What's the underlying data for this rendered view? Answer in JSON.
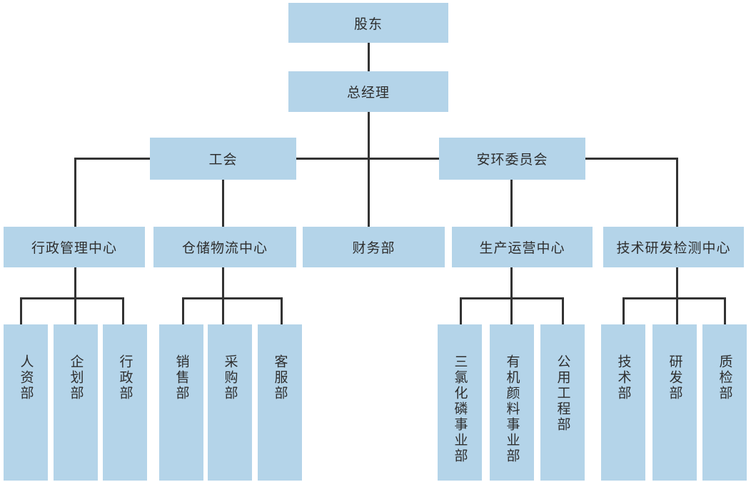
{
  "colors": {
    "node_fill": "#b4d4e9",
    "line": "#333333",
    "text": "#2e2e2e",
    "background": "#ffffff"
  },
  "org": {
    "level1": {
      "label": "股东"
    },
    "level2": {
      "label": "总经理"
    },
    "level3": [
      {
        "label": "工会"
      },
      {
        "label": "安环委员会"
      }
    ],
    "level4": [
      {
        "label": "行政管理中心"
      },
      {
        "label": "仓储物流中心"
      },
      {
        "label": "财务部"
      },
      {
        "label": "生产运营中心"
      },
      {
        "label": "技术研发检测中心"
      }
    ],
    "level5": [
      {
        "children": [
          {
            "label": "人资部"
          },
          {
            "label": "企划部"
          },
          {
            "label": "行政部"
          }
        ]
      },
      {
        "children": [
          {
            "label": "销售部"
          },
          {
            "label": "采购部"
          },
          {
            "label": "客服部"
          }
        ]
      },
      {
        "children": [
          {
            "label": "三氯化磷事业部"
          },
          {
            "label": "有机颜料事业部"
          },
          {
            "label": "公用工程部"
          }
        ]
      },
      {
        "children": [
          {
            "label": "技术部"
          },
          {
            "label": "研发部"
          },
          {
            "label": "质检部"
          }
        ]
      }
    ]
  }
}
